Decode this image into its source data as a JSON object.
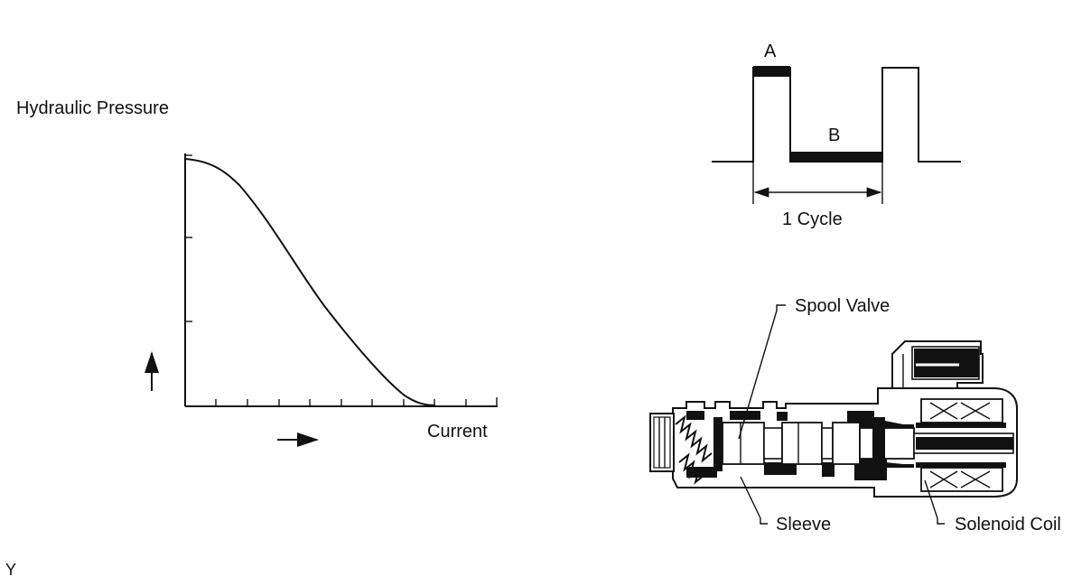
{
  "graph": {
    "y_label": "Hydraulic Pressure",
    "x_label": "Current"
  },
  "waveform": {
    "label_a": "A",
    "label_b": "B",
    "cycle_label": "1 Cycle"
  },
  "valve": {
    "spool_valve_label": "Spool Valve",
    "sleeve_label": "Sleeve",
    "solenoid_coil_label": "Solenoid Coil"
  },
  "figure_code": "Y"
}
